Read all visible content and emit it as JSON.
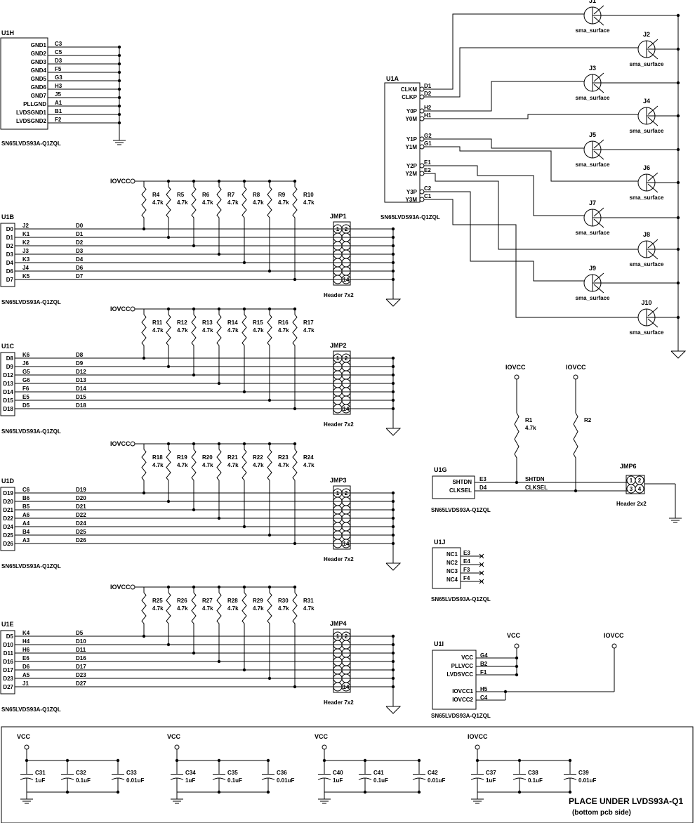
{
  "net_iovcc": "IOVCC",
  "net_vcc": "VCC",
  "part": "SN65LVDS93A-Q1ZQL",
  "hdr7": "Header 7x2",
  "hdr2": "Header 2x2",
  "sma": "sma_surface",
  "res_value": "4.7k",
  "u1h": {
    "ref": "U1H",
    "pins": [
      {
        "n": "GND1",
        "b": "C3"
      },
      {
        "n": "GND2",
        "b": "C5"
      },
      {
        "n": "GND3",
        "b": "D3"
      },
      {
        "n": "GND4",
        "b": "F5"
      },
      {
        "n": "GND5",
        "b": "G3"
      },
      {
        "n": "GND6",
        "b": "H3"
      },
      {
        "n": "GND7",
        "b": "J5"
      },
      {
        "n": "PLLGND",
        "b": "A1"
      },
      {
        "n": "LVDSGND1",
        "b": "B1"
      },
      {
        "n": "LVDSGND2",
        "b": "F2"
      }
    ]
  },
  "u1a": {
    "ref": "U1A",
    "pins": [
      {
        "n": "CLKM",
        "b": "D1"
      },
      {
        "n": "CLKP",
        "b": "D2"
      },
      {
        "n": "Y0P",
        "b": "H2"
      },
      {
        "n": "Y0M",
        "b": "H1"
      },
      {
        "n": "Y1P",
        "b": "G2"
      },
      {
        "n": "Y1M",
        "b": "G1"
      },
      {
        "n": "Y2P",
        "b": "E1"
      },
      {
        "n": "Y2M",
        "b": "E2"
      },
      {
        "n": "Y3P",
        "b": "C2"
      },
      {
        "n": "Y3M",
        "b": "C1"
      }
    ]
  },
  "sma_refs": [
    "J1",
    "J2",
    "J3",
    "J4",
    "J5",
    "J6",
    "J7",
    "J8",
    "J9",
    "J10"
  ],
  "banks": [
    {
      "ref": "U1B",
      "jmp": "JMP1",
      "res": [
        "R4",
        "R5",
        "R6",
        "R7",
        "R8",
        "R9",
        "R10"
      ],
      "pins": [
        {
          "n": "D0",
          "b": "J2",
          "net": "D0"
        },
        {
          "n": "D1",
          "b": "K1",
          "net": "D1"
        },
        {
          "n": "D2",
          "b": "K2",
          "net": "D2"
        },
        {
          "n": "D3",
          "b": "J3",
          "net": "D3"
        },
        {
          "n": "D4",
          "b": "K3",
          "net": "D4"
        },
        {
          "n": "D6",
          "b": "J4",
          "net": "D6"
        },
        {
          "n": "D7",
          "b": "K5",
          "net": "D7"
        }
      ]
    },
    {
      "ref": "U1C",
      "jmp": "JMP2",
      "res": [
        "R11",
        "R12",
        "R13",
        "R14",
        "R15",
        "R16",
        "R17"
      ],
      "pins": [
        {
          "n": "D8",
          "b": "K6",
          "net": "D8"
        },
        {
          "n": "D9",
          "b": "J6",
          "net": "D9"
        },
        {
          "n": "D12",
          "b": "G5",
          "net": "D12"
        },
        {
          "n": "D13",
          "b": "G6",
          "net": "D13"
        },
        {
          "n": "D14",
          "b": "F6",
          "net": "D14"
        },
        {
          "n": "D15",
          "b": "E5",
          "net": "D15"
        },
        {
          "n": "D18",
          "b": "D5",
          "net": "D18"
        }
      ]
    },
    {
      "ref": "U1D",
      "jmp": "JMP3",
      "res": [
        "R18",
        "R19",
        "R20",
        "R21",
        "R22",
        "R23",
        "R24"
      ],
      "pins": [
        {
          "n": "D19",
          "b": "C6",
          "net": "D19"
        },
        {
          "n": "D20",
          "b": "B6",
          "net": "D20"
        },
        {
          "n": "D21",
          "b": "B5",
          "net": "D21"
        },
        {
          "n": "D22",
          "b": "A6",
          "net": "D22"
        },
        {
          "n": "D24",
          "b": "A4",
          "net": "D24"
        },
        {
          "n": "D25",
          "b": "B4",
          "net": "D25"
        },
        {
          "n": "D26",
          "b": "A3",
          "net": "D26"
        }
      ]
    },
    {
      "ref": "U1E",
      "jmp": "JMP4",
      "res": [
        "R25",
        "R26",
        "R27",
        "R28",
        "R29",
        "R30",
        "R31"
      ],
      "pins": [
        {
          "n": "D5",
          "b": "K4",
          "net": "D5"
        },
        {
          "n": "D10",
          "b": "H4",
          "net": "D10"
        },
        {
          "n": "D11",
          "b": "H6",
          "net": "D11"
        },
        {
          "n": "D16",
          "b": "E6",
          "net": "D16"
        },
        {
          "n": "D17",
          "b": "D6",
          "net": "D17"
        },
        {
          "n": "D23",
          "b": "A5",
          "net": "D23"
        },
        {
          "n": "D27",
          "b": "J1",
          "net": "D27"
        }
      ]
    }
  ],
  "u1g": {
    "ref": "U1G",
    "pins": [
      {
        "n": "SHTDN",
        "b": "E3",
        "net": "SHTDN"
      },
      {
        "n": "CLKSEL",
        "b": "D4",
        "net": "CLKSEL"
      }
    ],
    "r1": "R1",
    "r1v": "4.7k",
    "r2": "R2",
    "jmp": "JMP6",
    "pin_labels": [
      "1",
      "2",
      "3",
      "4"
    ]
  },
  "u1j": {
    "ref": "U1J",
    "pins": [
      {
        "n": "NC1",
        "b": "E3"
      },
      {
        "n": "NC2",
        "b": "E4"
      },
      {
        "n": "NC3",
        "b": "F3"
      },
      {
        "n": "NC4",
        "b": "F4"
      }
    ]
  },
  "u1i": {
    "ref": "U1I",
    "pins": [
      {
        "n": "VCC",
        "b": "G4"
      },
      {
        "n": "PLLVCC",
        "b": "B2"
      },
      {
        "n": "LVDSVCC",
        "b": "F1"
      },
      {
        "n": "IOVCC1",
        "b": "H5"
      },
      {
        "n": "IOVCC2",
        "b": "C4"
      }
    ]
  },
  "jmp_pin_first": [
    "1",
    "2"
  ],
  "jmp_pin_last": "14",
  "caps": [
    {
      "net": "VCC",
      "c": [
        {
          "r": "C31",
          "v": "1uF"
        },
        {
          "r": "C32",
          "v": "0.1uF"
        },
        {
          "r": "C33",
          "v": "0.01uF"
        }
      ]
    },
    {
      "net": "VCC",
      "c": [
        {
          "r": "C34",
          "v": "1uF"
        },
        {
          "r": "C35",
          "v": "0.1uF"
        },
        {
          "r": "C36",
          "v": "0.01uF"
        }
      ]
    },
    {
      "net": "VCC",
      "c": [
        {
          "r": "C40",
          "v": "1uF"
        },
        {
          "r": "C41",
          "v": "0.1uF"
        },
        {
          "r": "C42",
          "v": "0.01uF"
        }
      ]
    },
    {
      "net": "IOVCC",
      "c": [
        {
          "r": "C37",
          "v": "1uF"
        },
        {
          "r": "C38",
          "v": "0.1uF"
        },
        {
          "r": "C39",
          "v": "0.01uF"
        }
      ]
    }
  ],
  "note1": "PLACE UNDER LVDS93A-Q1",
  "note2": "(bottom pcb side)"
}
